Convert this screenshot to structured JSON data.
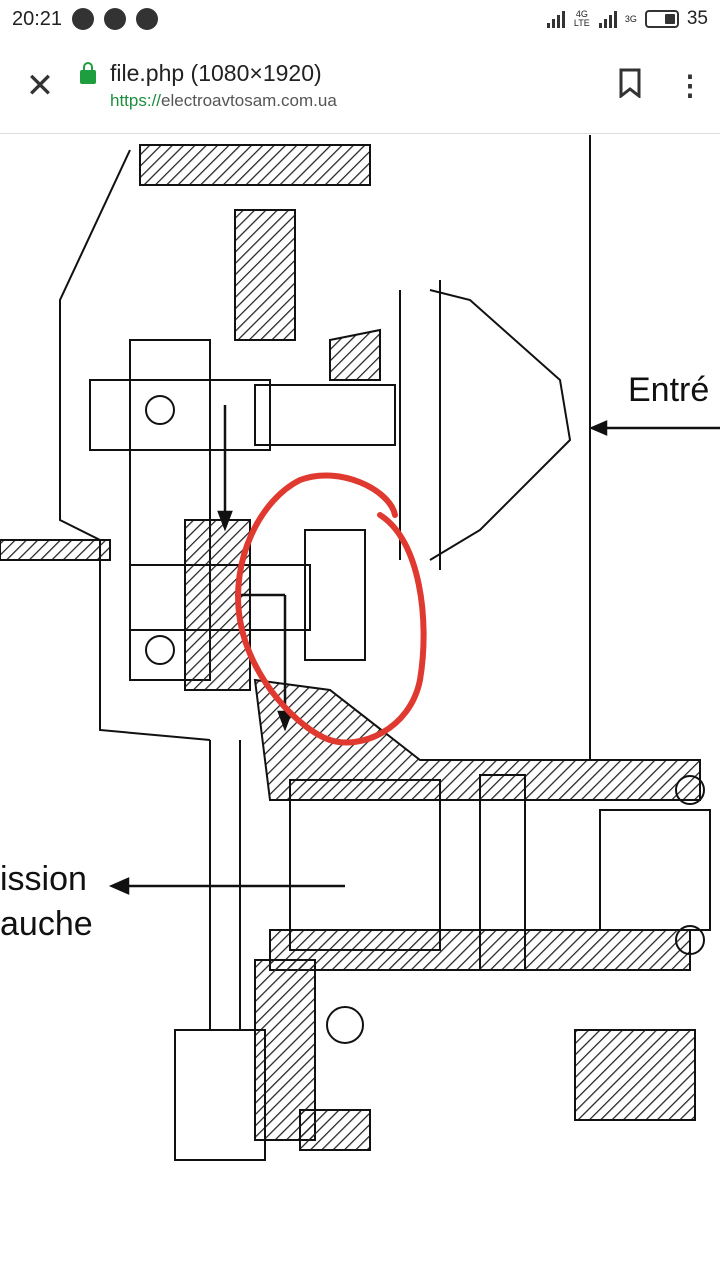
{
  "status_bar": {
    "time": "20:21",
    "net1": "4G LTE",
    "net2": "3G",
    "battery": "35",
    "icons": [
      "message-icon",
      "chrome-icon",
      "viber-icon"
    ]
  },
  "toolbar": {
    "title": "file.php (1080×1920)",
    "url_scheme": "https://",
    "url_host": "electroavtosam.com.ua"
  },
  "diagram": {
    "labels": {
      "entry": "Entré",
      "left_1": "ission",
      "left_2": "auche"
    },
    "highlight_color": "#e03a30"
  }
}
